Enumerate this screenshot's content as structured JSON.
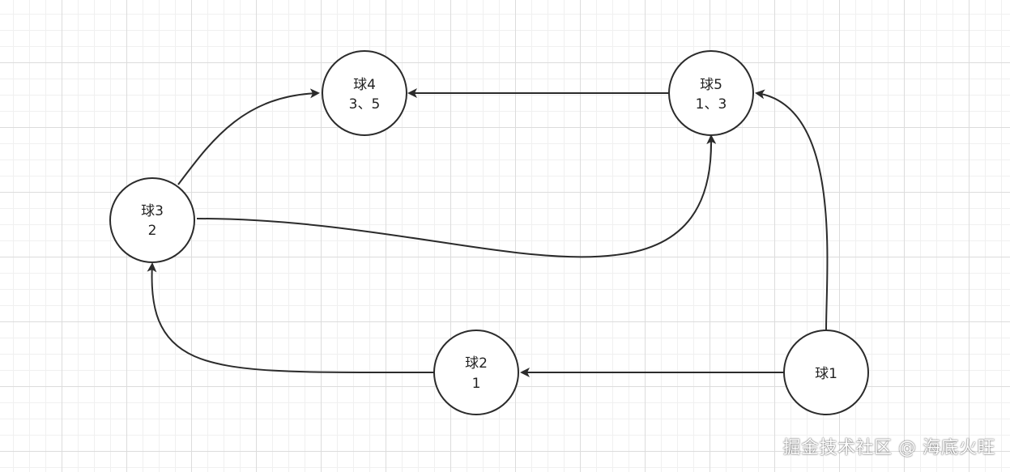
{
  "nodes": [
    {
      "id": "ball4",
      "label": "球4",
      "value": "3、5"
    },
    {
      "id": "ball5",
      "label": "球5",
      "value": "1、3"
    },
    {
      "id": "ball3",
      "label": "球3",
      "value": "2"
    },
    {
      "id": "ball2",
      "label": "球2",
      "value": "1"
    },
    {
      "id": "ball1",
      "label": "球1",
      "value": ""
    }
  ],
  "edges": [
    {
      "from": "ball5",
      "to": "ball4"
    },
    {
      "from": "ball3",
      "to": "ball4"
    },
    {
      "from": "ball3",
      "to": "ball5"
    },
    {
      "from": "ball1",
      "to": "ball5"
    },
    {
      "from": "ball1",
      "to": "ball2"
    },
    {
      "from": "ball2",
      "to": "ball3"
    }
  ],
  "watermark": "掘金技术社区 @ 海底火旺"
}
